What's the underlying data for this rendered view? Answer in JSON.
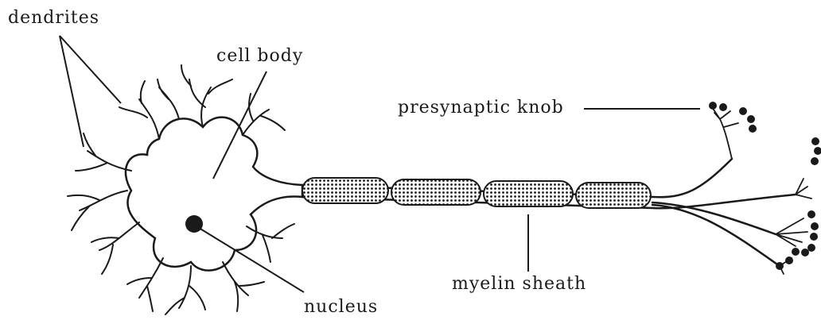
{
  "labels": {
    "dendrites": "dendrites",
    "cell_body": "cell body",
    "presynaptic_knob": "presynaptic knob",
    "myelin_sheath": "myelin sheath",
    "nucleus": "nucleus"
  },
  "colors": {
    "ink": "#1a1a1a",
    "background": "#ffffff"
  }
}
